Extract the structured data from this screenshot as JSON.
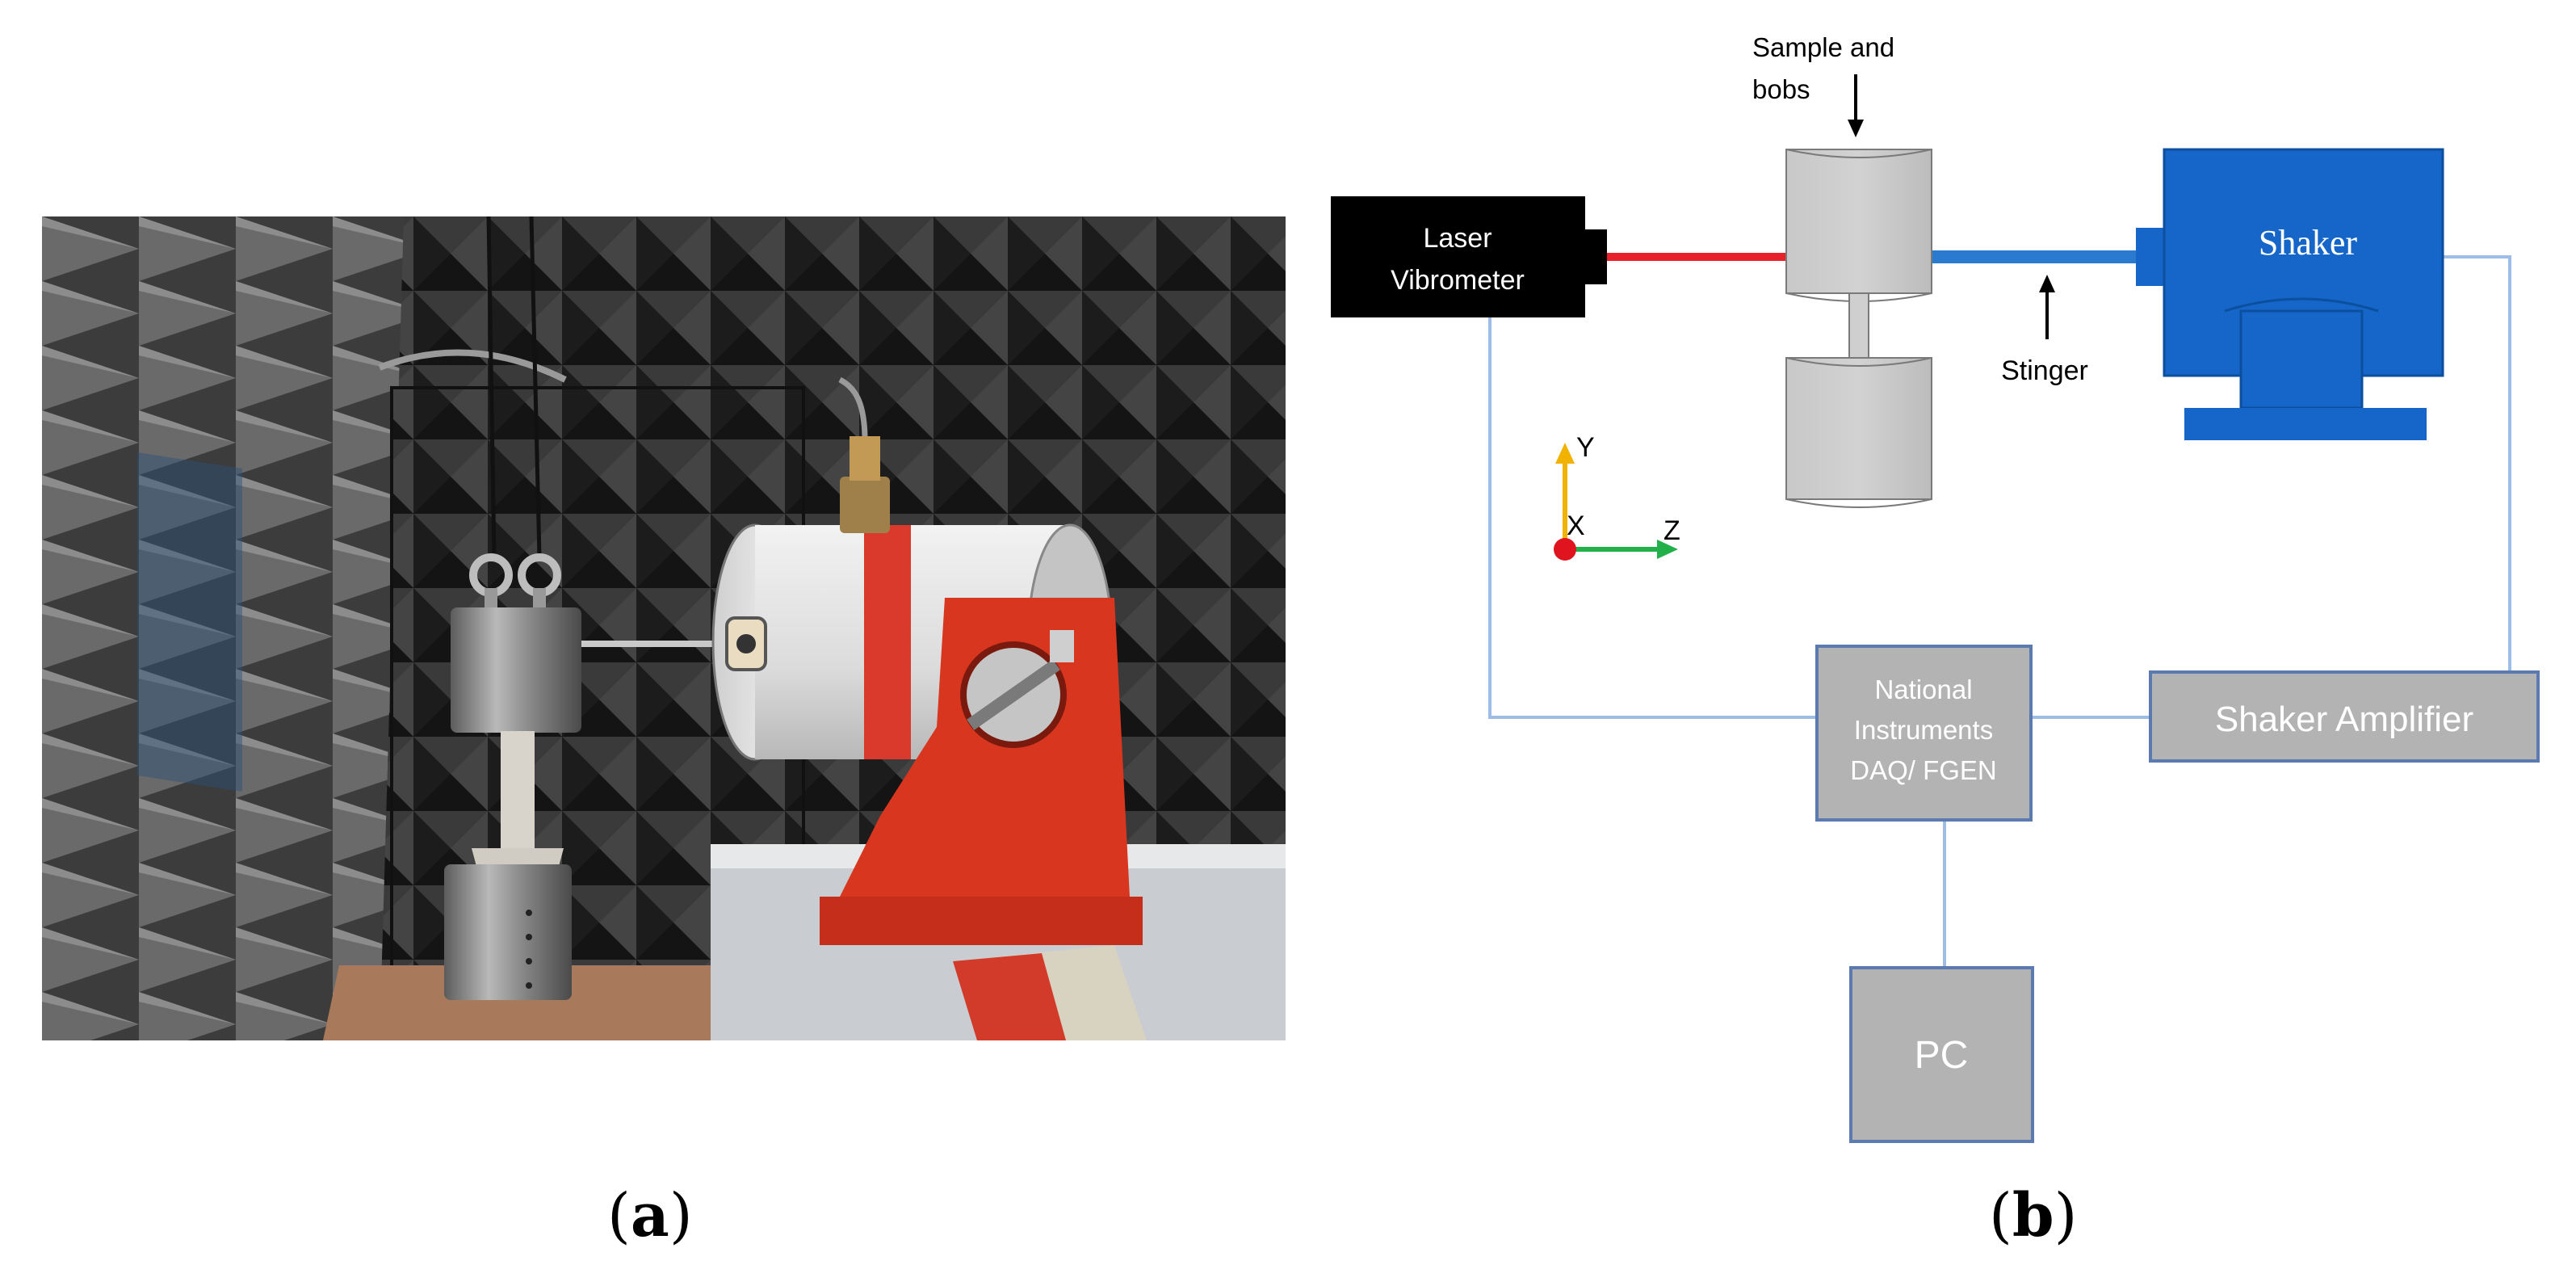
{
  "panel_a": {
    "label_open": "(",
    "label_letter": "a",
    "label_close": ")"
  },
  "panel_b": {
    "label_open": "(",
    "label_letter": "b",
    "label_close": ")",
    "laser_line1": "Laser",
    "laser_line2": "Vibrometer",
    "sample_line1": "Sample and",
    "sample_line2": "bobs",
    "shaker": "Shaker",
    "stinger": "Stinger",
    "axis_y": "Y",
    "axis_x": "X",
    "axis_z": "Z",
    "ni_line1": "National",
    "ni_line2": "Instruments",
    "ni_line3": "DAQ/ FGEN",
    "amplifier": "Shaker Amplifier",
    "pc": "PC",
    "colors": {
      "laser_beam": "#e8202a",
      "stinger": "#2a7ad0",
      "shaker": "#1566c8",
      "box_fill": "#b3b3b3",
      "box_border": "#5b7bb0",
      "wire": "#9dbde6",
      "axis_y": "#f2b200",
      "axis_z": "#22b04a",
      "axis_x": "#e0141e"
    }
  }
}
